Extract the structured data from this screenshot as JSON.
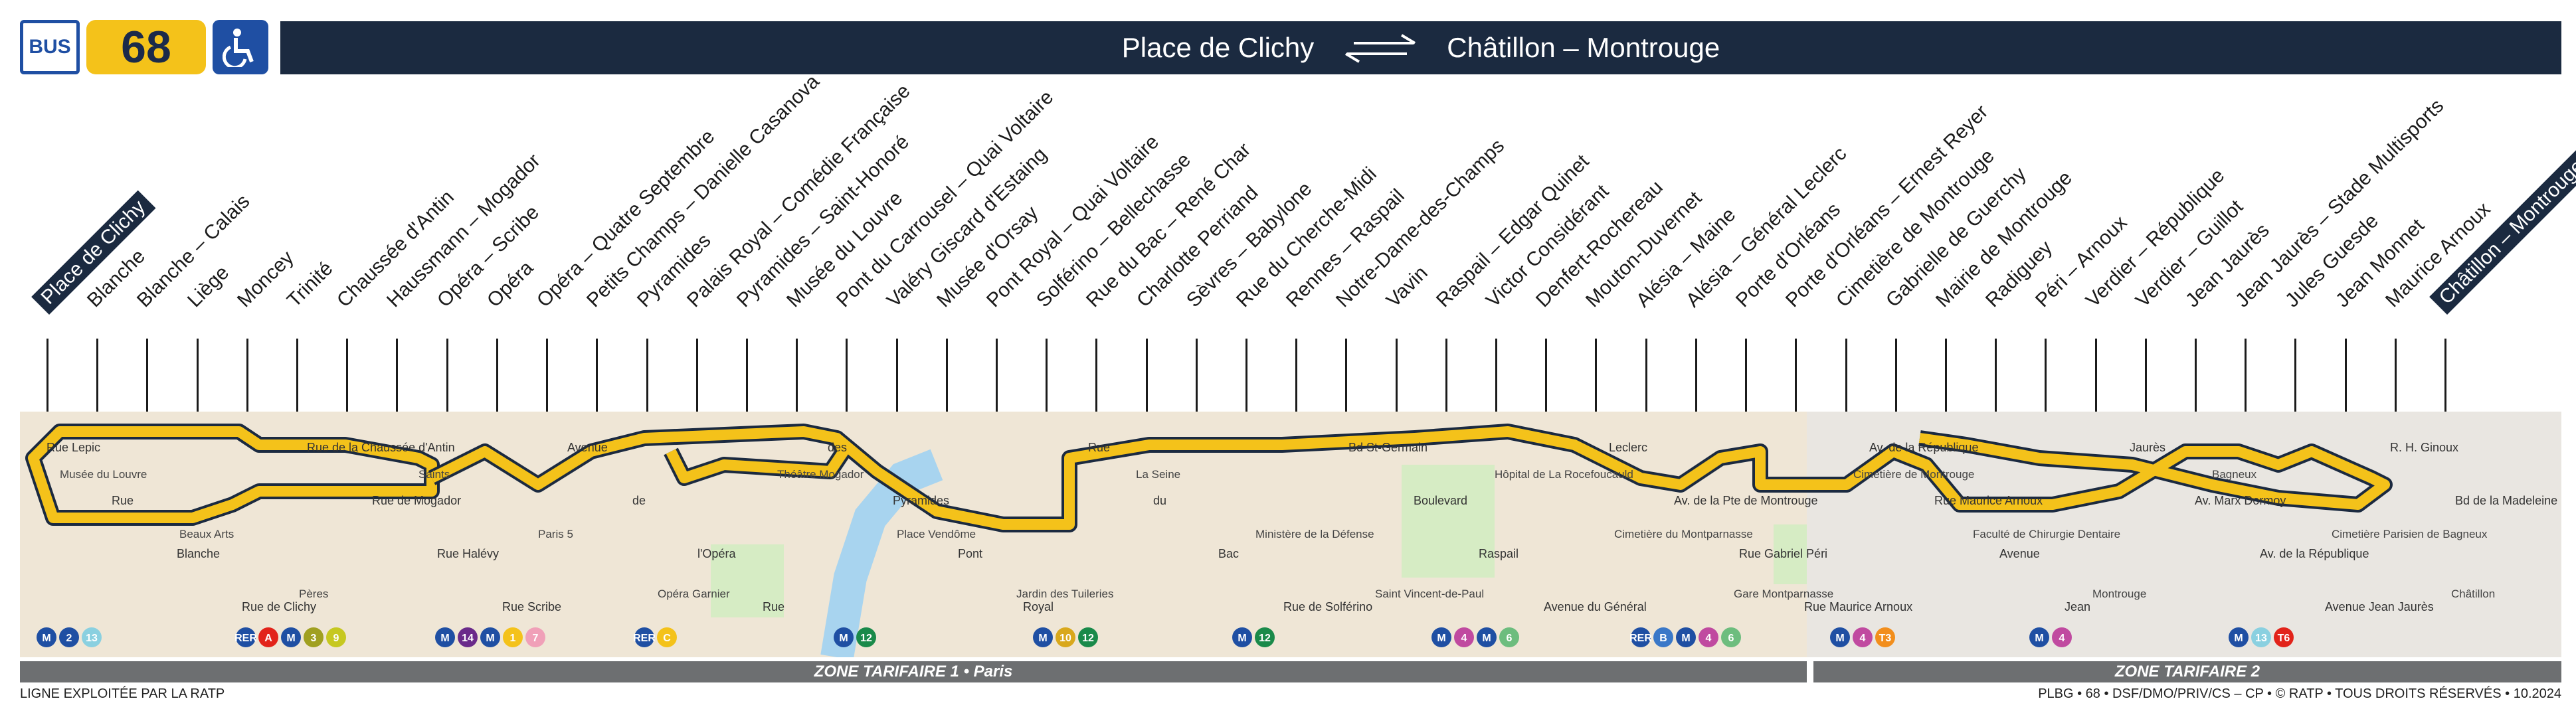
{
  "header": {
    "bus_label": "BUS",
    "line_number": "68",
    "origin": "Place de Clichy",
    "destination": "Châtillon – Montrouge"
  },
  "stops": [
    {
      "name": "Place de Clichy",
      "terminus": true
    },
    {
      "name": "Blanche"
    },
    {
      "name": "Blanche – Calais"
    },
    {
      "name": "Liège"
    },
    {
      "name": "Moncey"
    },
    {
      "name": "Trinité"
    },
    {
      "name": "Chaussée d'Antin"
    },
    {
      "name": "Haussmann – Mogador"
    },
    {
      "name": "Opéra – Scribe"
    },
    {
      "name": "Opéra"
    },
    {
      "name": "Opéra – Quatre Septembre"
    },
    {
      "name": "Petits Champs – Danielle Casanova"
    },
    {
      "name": "Pyramides"
    },
    {
      "name": "Palais Royal – Comédie Française"
    },
    {
      "name": "Pyramides – Saint-Honoré"
    },
    {
      "name": "Musée du Louvre"
    },
    {
      "name": "Pont du Carrousel – Quai Voltaire"
    },
    {
      "name": "Valéry Giscard d'Estaing"
    },
    {
      "name": "Musée d'Orsay"
    },
    {
      "name": "Pont Royal – Quai Voltaire"
    },
    {
      "name": "Solférino – Bellechasse"
    },
    {
      "name": "Rue du Bac – René Char"
    },
    {
      "name": "Charlotte Perriand"
    },
    {
      "name": "Sèvres – Babylone"
    },
    {
      "name": "Rue du Cherche-Midi"
    },
    {
      "name": "Rennes – Raspail"
    },
    {
      "name": "Notre-Dame-des-Champs"
    },
    {
      "name": "Vavin"
    },
    {
      "name": "Raspail – Edgar Quinet"
    },
    {
      "name": "Victor Considérant"
    },
    {
      "name": "Denfert-Rochereau"
    },
    {
      "name": "Mouton-Duvernet"
    },
    {
      "name": "Alésia – Maine"
    },
    {
      "name": "Alésia – Général Leclerc"
    },
    {
      "name": "Porte d'Orléans"
    },
    {
      "name": "Porte d'Orléans – Ernest Reyer"
    },
    {
      "name": "Cimetière de Montrouge"
    },
    {
      "name": "Gabrielle de Guerchy"
    },
    {
      "name": "Mairie de Montrouge"
    },
    {
      "name": "Radiguey"
    },
    {
      "name": "Péri – Arnoux"
    },
    {
      "name": "Verdier – République"
    },
    {
      "name": "Verdier – Guillot"
    },
    {
      "name": "Jean Jaurès"
    },
    {
      "name": "Jean Jaurès – Stade Multisports"
    },
    {
      "name": "Jules Guesde"
    },
    {
      "name": "Jean Monnet"
    },
    {
      "name": "Maurice Arnoux"
    },
    {
      "name": "Châtillon – Montrouge",
      "terminus": true
    }
  ],
  "map_labels": {
    "streets": [
      "Rue Lepic",
      "Rue",
      "Blanche",
      "Rue de Clichy",
      "Rue de la Chaussée d'Antin",
      "Rue de Mogador",
      "Rue Halévy",
      "Rue Scribe",
      "Avenue",
      "de",
      "l'Opéra",
      "Rue",
      "des",
      "Pyramides",
      "Pont",
      "Royal",
      "Rue",
      "du",
      "Bac",
      "Rue de Solférino",
      "Bd St-Germain",
      "Boulevard",
      "Raspail",
      "Avenue du Général",
      "Leclerc",
      "Av. de la Pte de Montrouge",
      "Rue Gabriel Péri",
      "Rue Maurice Arnoux",
      "Av. de la République",
      "Rue Maurice Arnoux",
      "Avenue",
      "Jean",
      "Jaurès",
      "Av. Marx Dormoy",
      "Av. de la République",
      "Avenue Jean Jaurès",
      "R. H. Ginoux",
      "Bd de la Madeleine"
    ],
    "places": [
      "Musée du Louvre",
      "Beaux Arts",
      "Pères",
      "Saints",
      "Paris 5",
      "Opéra Garnier",
      "Théâtre Mogador",
      "Place Vendôme",
      "Jardin des Tuileries",
      "La Seine",
      "Ministère de la Défense",
      "Saint Vincent-de-Paul",
      "Hôpital de La Rocefoucauld",
      "Cimetière du Montparnasse",
      "Gare Montparnasse",
      "Cimetière de Montrouge",
      "Faculté de Chirurgie Dentaire",
      "Montrouge",
      "Bagneux",
      "Cimetière Parisien de Bagneux",
      "Châtillon"
    ]
  },
  "connections": {
    "clichy": [
      "M",
      "2",
      "13"
    ],
    "opera": [
      "RER",
      "A",
      "M",
      "3",
      "9"
    ],
    "pyramides": [
      "M",
      "14",
      "M",
      "1",
      "7"
    ],
    "orsay": [
      "RER",
      "C"
    ],
    "bac": [
      "M",
      "12"
    ],
    "sevres": [
      "M",
      "10",
      "12"
    ],
    "rennes": [
      "M",
      "12"
    ],
    "montparnasse": [
      "M",
      "4",
      "M",
      "6"
    ],
    "denfert": [
      "RER",
      "B",
      "M",
      "4",
      "6"
    ],
    "pte_orleans": [
      "M",
      "4",
      "T3"
    ],
    "mairie": [
      "M",
      "4"
    ],
    "chatillon": [
      "M",
      "13",
      "T6"
    ]
  },
  "zones": {
    "zone1": "ZONE TARIFAIRE 1 • Paris",
    "zone2": "ZONE TARIFAIRE 2"
  },
  "footer": {
    "left": "LIGNE EXPLOITÉE PAR LA RATP",
    "right": "PLBG • 68 • DSF/DMO/PRIV/CS – CP • © RATP • TOUS DROITS RÉSERVÉS • 10.2024"
  },
  "colors": {
    "line": "#f4c21a",
    "navy": "#1b2a40",
    "ratp_blue": "#1f4fa3",
    "map_bg": "#efe6d6",
    "park": "#d6ecc4",
    "zone_gray": "#6d6f71"
  }
}
